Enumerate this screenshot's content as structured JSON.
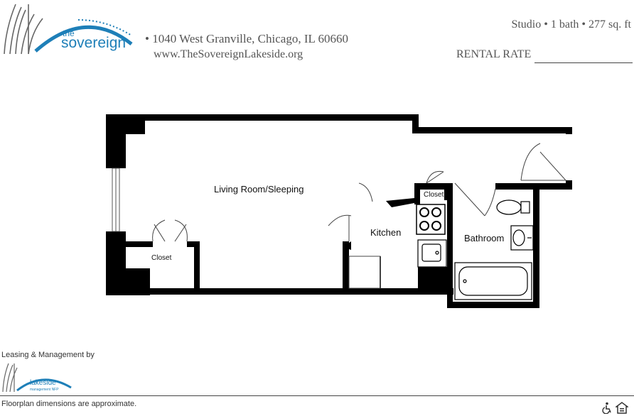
{
  "header": {
    "brand_small": "the",
    "brand_name": "sovereign",
    "address": "• 1040 West Granville, Chicago, IL 60660",
    "website": "www.TheSovereignLakeside.org",
    "unit_summary": "Studio • 1 bath • 277 sq. ft",
    "rental_rate_label": "RENTAL RATE"
  },
  "floorplan": {
    "rooms": {
      "living": "Living Room/Sleeping",
      "closet_left": "Closet",
      "closet_kitchen": "Closet",
      "kitchen": "Kitchen",
      "bathroom": "Bathroom"
    }
  },
  "footer": {
    "leasing_label": "Leasing & Management by",
    "mgmt_brand": "lakeside",
    "mgmt_sub": "management NFP",
    "disclaimer": "Floorplan dimensions are approximate."
  },
  "colors": {
    "wall": "#000000",
    "brand_blue": "#1e7fb8",
    "text_gray": "#555555"
  },
  "icons": [
    "wheelchair-accessibility-icon",
    "equal-housing-icon"
  ]
}
